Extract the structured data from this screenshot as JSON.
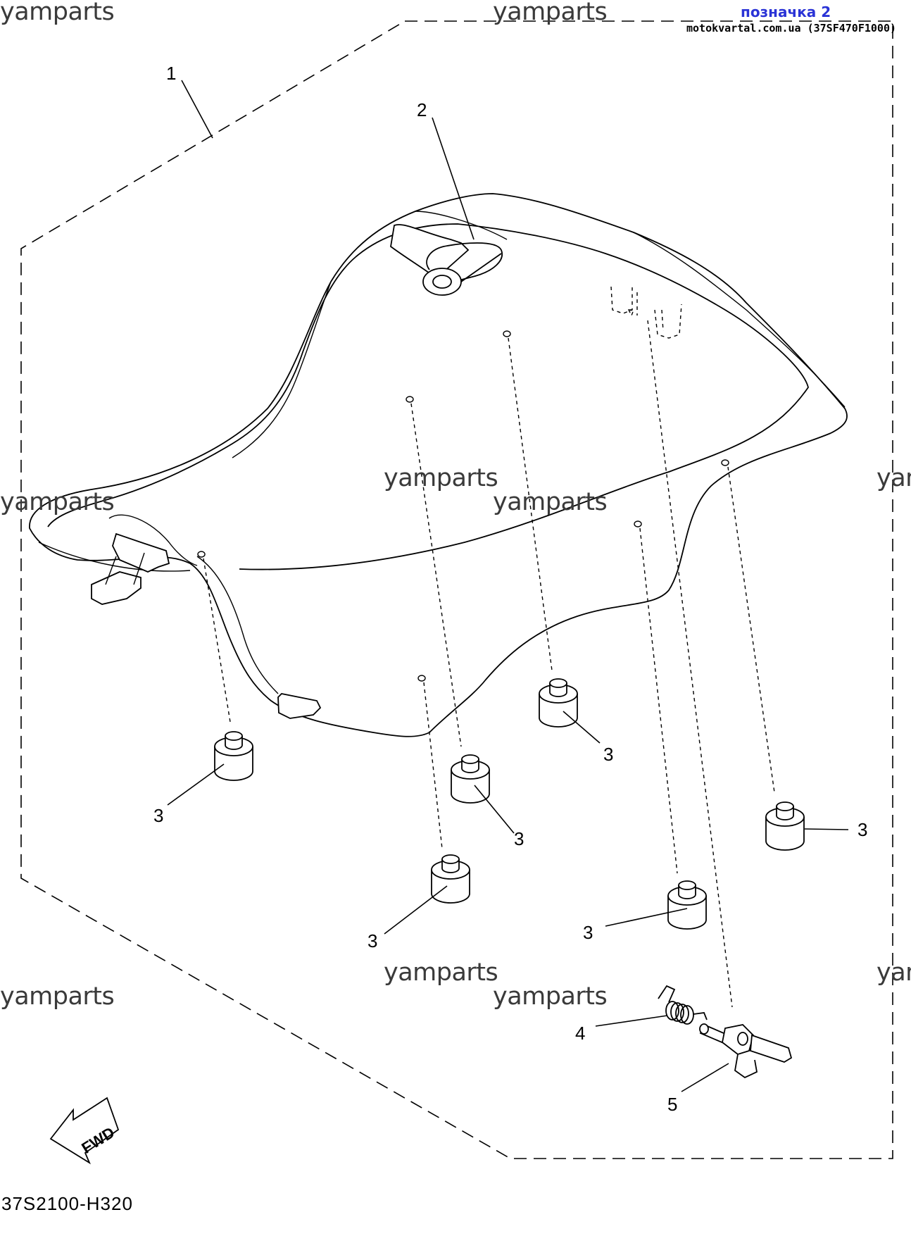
{
  "header": {
    "bookmark_label": "позначка 2",
    "source": "motokvartal.com.ua (37SF470F1000)"
  },
  "watermark": "yamparts",
  "diagram": {
    "code": "37S2100-H320",
    "fwd_label": "FWD",
    "callouts": {
      "seat_assembly": "1",
      "strap": "2",
      "damper_a": "3",
      "damper_b": "3",
      "damper_c": "3",
      "damper_d": "3",
      "damper_e": "3",
      "damper_f": "3",
      "spring": "4",
      "lock_lever": "5"
    }
  }
}
